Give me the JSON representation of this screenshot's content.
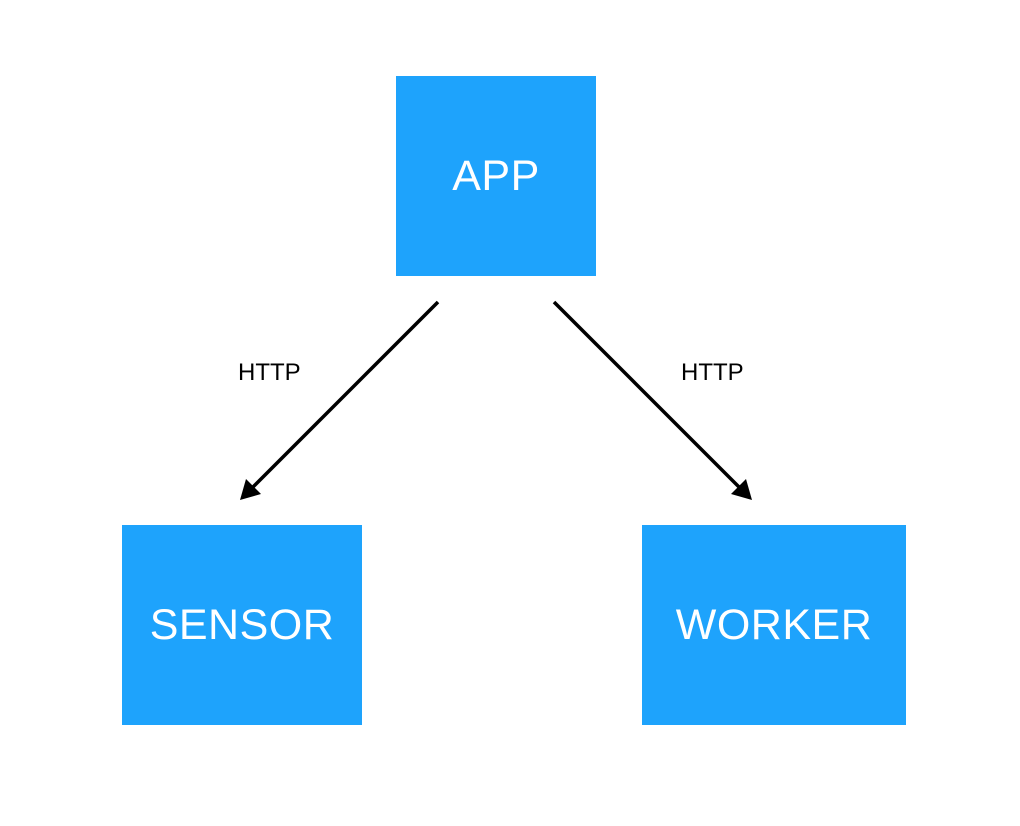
{
  "nodes": {
    "app": {
      "label": "APP"
    },
    "sensor": {
      "label": "SENSOR"
    },
    "worker": {
      "label": "WORKER"
    }
  },
  "edges": {
    "app_to_sensor": {
      "label": "HTTP"
    },
    "app_to_worker": {
      "label": "HTTP"
    }
  },
  "colors": {
    "node_fill": "#1ea3fc",
    "node_text": "#ffffff",
    "edge": "#000000",
    "background": "#ffffff"
  }
}
